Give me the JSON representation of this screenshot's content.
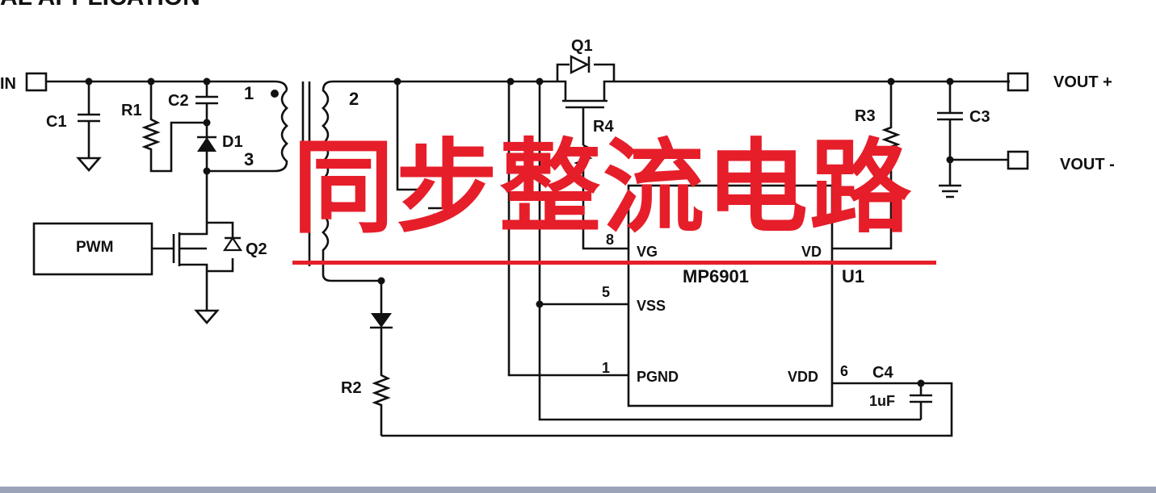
{
  "heading": "AL APPLICATION",
  "labels": {
    "vin": "IN",
    "c1": "C1",
    "r1": "R1",
    "c2": "C2",
    "d1": "D1",
    "pin1": "1",
    "pin3": "3",
    "pin2": "2",
    "pwm": "PWM",
    "q2": "Q2",
    "q1": "Q1",
    "r4": "R4",
    "u1": "U1",
    "pin8": "8",
    "vg": "VG",
    "vd": "VD",
    "chip": "MP6901",
    "pin5": "5",
    "vss": "VSS",
    "pin1_ic": "1",
    "pgnd": "PGND",
    "pin6": "6",
    "vdd": "VDD",
    "c4": "C4",
    "c4_value": "1uF",
    "r2": "R2",
    "r3": "R3",
    "c3": "C3",
    "vout_plus": "VOUT +",
    "vout_minus": "VOUT -"
  },
  "overlay": {
    "title": "同步整流电路"
  },
  "colors": {
    "overlay": "#e61e2a",
    "wire": "#111111",
    "bottom_bar": "#9aa3b8"
  }
}
